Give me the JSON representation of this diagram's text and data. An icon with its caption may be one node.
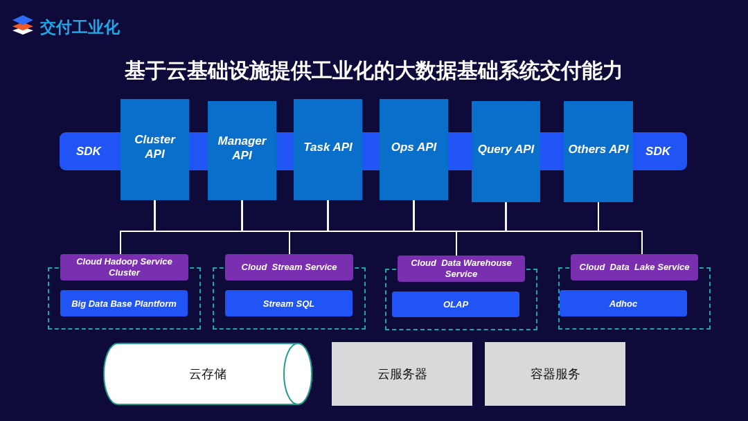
{
  "diagram": {
    "title": "基于云基础设施提供工业化的大数据基础系统交付能力",
    "nodes": [
      {
        "text": [
          "SDK",
          "SDK"
        ]
      },
      {
        "text": [
          "Cluster API"
        ]
      },
      {
        "text": [
          "Manager API"
        ]
      },
      {
        "text": [
          "Task API"
        ]
      },
      {
        "text": [
          "Ops API"
        ]
      },
      {
        "text": [
          "Query API"
        ]
      },
      {
        "text": [
          "Others API"
        ]
      },
      {
        "text": [
          "Cloud Hadoop Service Cluster"
        ]
      },
      {
        "text": [
          "Big Data Base Plantform"
        ],
        "in": 7
      },
      {
        "text": [
          "Cloud  Stream Service"
        ]
      },
      {
        "text": [
          "Stream SQL"
        ],
        "in": 9
      },
      {
        "text": [
          "Cloud  Data Warehouse Service"
        ]
      },
      {
        "text": [
          "OLAP"
        ],
        "in": 11
      },
      {
        "text": [
          "Cloud  Data  Lake Service"
        ]
      },
      {
        "text": [
          "Adhoc"
        ],
        "in": 13
      },
      {
        "text": [
          "云存储"
        ]
      },
      {
        "text": [
          "云服务器"
        ]
      },
      {
        "text": [
          "容器服务"
        ]
      }
    ],
    "edges": [
      {
        "from": 1,
        "to": 7,
        "arrow": "none"
      },
      {
        "from": 1,
        "to": 9,
        "arrow": "none"
      },
      {
        "from": 1,
        "to": 11,
        "arrow": "none"
      },
      {
        "from": 1,
        "to": 13,
        "arrow": "none"
      },
      {
        "from": 2,
        "to": 7,
        "arrow": "none"
      },
      {
        "from": 2,
        "to": 9,
        "arrow": "none"
      },
      {
        "from": 2,
        "to": 11,
        "arrow": "none"
      },
      {
        "from": 2,
        "to": 13,
        "arrow": "none"
      },
      {
        "from": 3,
        "to": 7,
        "arrow": "none"
      },
      {
        "from": 3,
        "to": 9,
        "arrow": "none"
      },
      {
        "from": 3,
        "to": 11,
        "arrow": "none"
      },
      {
        "from": 3,
        "to": 13,
        "arrow": "none"
      },
      {
        "from": 4,
        "to": 7,
        "arrow": "none"
      },
      {
        "from": 4,
        "to": 9,
        "arrow": "none"
      },
      {
        "from": 4,
        "to": 11,
        "arrow": "none"
      },
      {
        "from": 4,
        "to": 13,
        "arrow": "none"
      },
      {
        "from": 5,
        "to": 7,
        "arrow": "none"
      },
      {
        "from": 5,
        "to": 9,
        "arrow": "none"
      },
      {
        "from": 5,
        "to": 11,
        "arrow": "none"
      },
      {
        "from": 5,
        "to": 13,
        "arrow": "none"
      },
      {
        "from": 6,
        "to": 7,
        "arrow": "none"
      },
      {
        "from": 6,
        "to": 9,
        "arrow": "none"
      },
      {
        "from": 6,
        "to": 11,
        "arrow": "none"
      },
      {
        "from": 6,
        "to": 13,
        "arrow": "none"
      }
    ],
    "labels": [
      "交付工业化"
    ]
  }
}
